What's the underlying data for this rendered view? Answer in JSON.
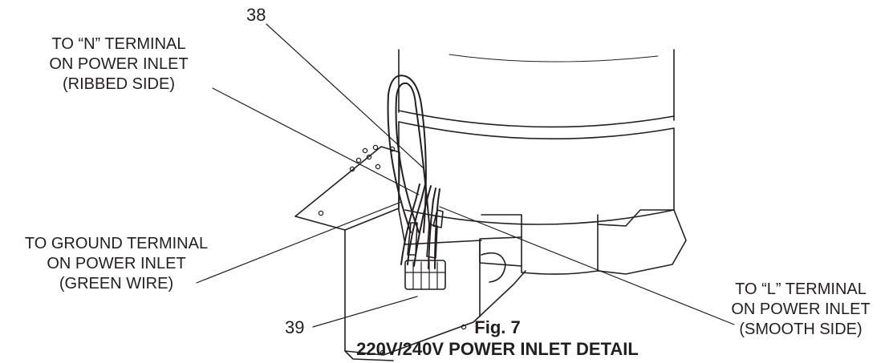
{
  "callouts": {
    "n_terminal": [
      "TO “N” TERMINAL",
      "ON POWER INLET",
      "(RIBBED SIDE)"
    ],
    "ground_terminal": [
      "TO GROUND TERMINAL",
      "ON POWER INLET",
      "(GREEN WIRE)"
    ],
    "l_terminal": [
      "TO “L” TERMINAL",
      "ON POWER INLET",
      "(SMOOTH SIDE)"
    ]
  },
  "part_numbers": {
    "top": "38",
    "bottom": "39"
  },
  "caption": {
    "figure": "Fig. 7",
    "title": "220V/240V POWER INLET DETAIL"
  }
}
